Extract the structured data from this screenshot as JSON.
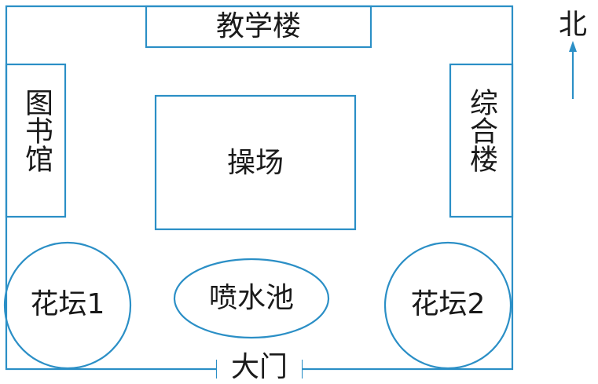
{
  "title": "",
  "colors": {
    "line": "#2b8fc6",
    "text": "#1a1a1a",
    "background": "#ffffff"
  },
  "compass": {
    "label": "北",
    "icon": "north-arrow-icon"
  },
  "places": {
    "teaching_building": "教学楼",
    "library": "图书馆",
    "complex_building": "综合楼",
    "playground": "操场",
    "flower_bed_1": "花坛1",
    "fountain": "喷水池",
    "flower_bed_2": "花坛2",
    "main_gate": "大门"
  }
}
